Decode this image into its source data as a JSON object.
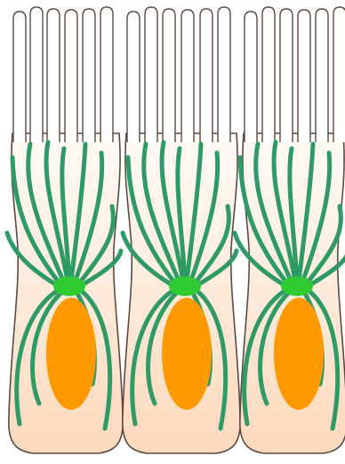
{
  "diagram": {
    "description_visible_text": "",
    "cells": [
      {
        "id": "cell-1"
      },
      {
        "id": "cell-2"
      },
      {
        "id": "cell-3"
      }
    ],
    "colors": {
      "outline": "#5a4a42",
      "cytoplasm_top": "#fffaf6",
      "cytoplasm_bottom": "#fcd9bc",
      "microtubule": "#2e9a66",
      "centrosome": "#2ecc31",
      "nucleus": "#ff9900",
      "microvilli_fill": "#ffffff"
    }
  }
}
